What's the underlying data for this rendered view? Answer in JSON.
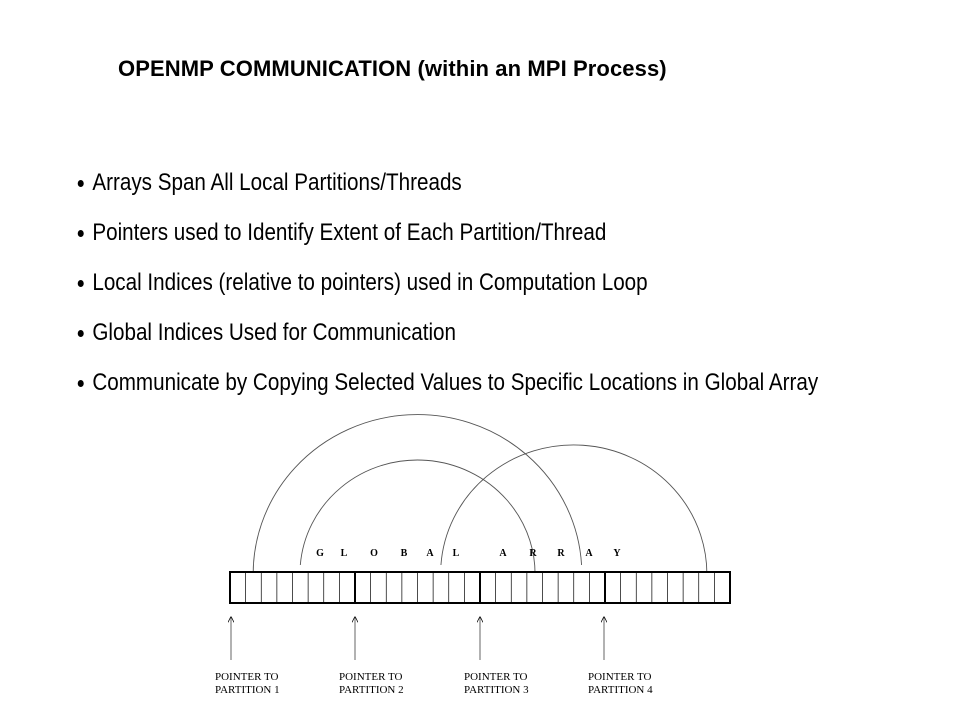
{
  "title": "OPENMP COMMUNICATION (within an MPI Process)",
  "bullets": [
    "Arrays Span All Local Partitions/Threads",
    "Pointers used to Identify Extent of Each Partition/Thread",
    "Local Indices (relative to pointers) used in Computation Loop",
    "Global Indices Used for Communication",
    "Communicate by Copying Selected Values to Specific Locations in Global Array"
  ],
  "diagram": {
    "array_letters": [
      "G",
      "L",
      "O",
      "B",
      "A",
      "L",
      "A",
      "R",
      "R",
      "A",
      "Y"
    ],
    "partitions": 4,
    "cells_per_partition": 8,
    "pointers": [
      [
        "POINTER TO",
        "PARTITION 1"
      ],
      [
        "POINTER TO",
        "PARTITION 2"
      ],
      [
        "POINTER TO",
        "PARTITION 3"
      ],
      [
        "POINTER TO",
        "PARTITION 4"
      ]
    ],
    "copy_arcs": [
      {
        "from_cell": 22,
        "to_cell": 1
      },
      {
        "from_cell": 4,
        "to_cell": 19
      },
      {
        "from_cell": 13,
        "to_cell": 30
      }
    ]
  }
}
